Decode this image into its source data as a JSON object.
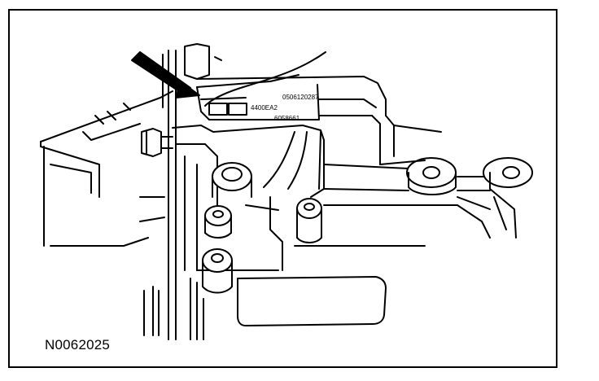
{
  "figure": {
    "id_label": "N0062025",
    "part_codes": [
      "0506120287",
      "4400EA2",
      "6058661"
    ]
  },
  "colors": {
    "line": "#000000",
    "background": "#ffffff"
  }
}
